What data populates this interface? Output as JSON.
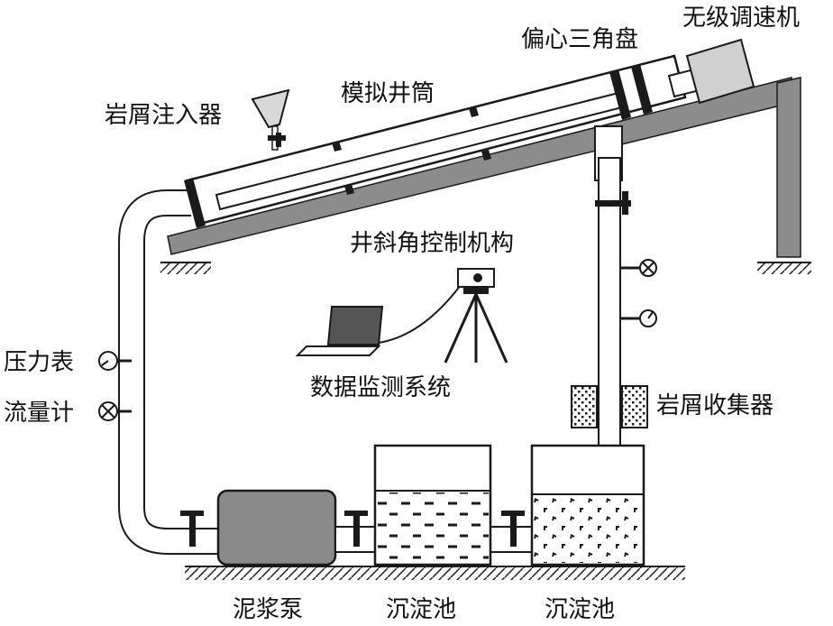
{
  "labels": {
    "stepless_motor": "无级调速机",
    "eccentric_disc": "偏心三角盘",
    "simulated_wellbore": "模拟井筒",
    "cuttings_injector": "岩屑注入器",
    "inclination_control": "井斜角控制机构",
    "data_monitoring": "数据监测系统",
    "pressure_gauge": "压力表",
    "flow_meter": "流量计",
    "cuttings_collector": "岩屑收集器",
    "mud_pump": "泥浆泵",
    "settling_tank_1": "沉淀池",
    "settling_tank_2": "沉淀池"
  },
  "colors": {
    "line": "#1a1a1a",
    "frame": "#8c8c8c",
    "pump": "#8a8a8a",
    "motor": "#d0d0d0",
    "screen": "#555555"
  }
}
